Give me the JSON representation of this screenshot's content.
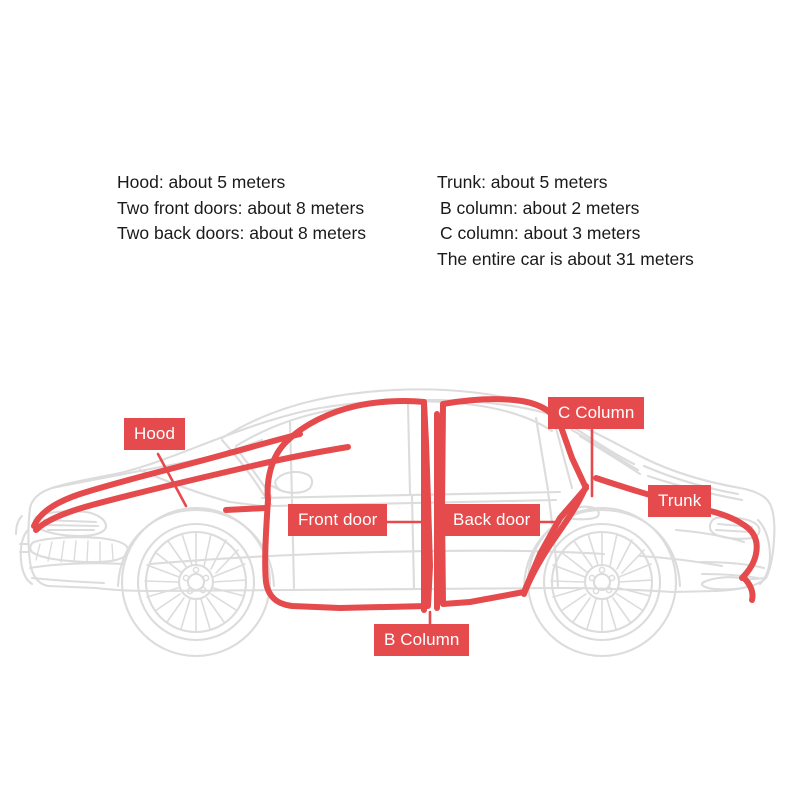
{
  "specs": {
    "left_column": [
      "Hood: about 5 meters",
      "Two front doors: about 8 meters",
      "Two back doors: about 8 meters"
    ],
    "right_column": [
      "Trunk: about 5 meters",
      "B column: about 2 meters",
      "C column: about 3 meters",
      "The entire car is about 31 meters"
    ]
  },
  "diagram": {
    "subject": "sedan-side-view-line-art",
    "callouts": [
      {
        "id": "hood",
        "label": "Hood"
      },
      {
        "id": "front-door",
        "label": "Front door"
      },
      {
        "id": "back-door",
        "label": "Back door"
      },
      {
        "id": "b-column",
        "label": "B Column"
      },
      {
        "id": "c-column",
        "label": "C Column"
      },
      {
        "id": "trunk",
        "label": "Trunk"
      }
    ]
  },
  "colors": {
    "highlight_red": "#e54a4c",
    "car_outline_gray": "#d9d9d9",
    "label_text": "#ffffff",
    "body_text": "#1a1a1a",
    "background": "#ffffff"
  }
}
